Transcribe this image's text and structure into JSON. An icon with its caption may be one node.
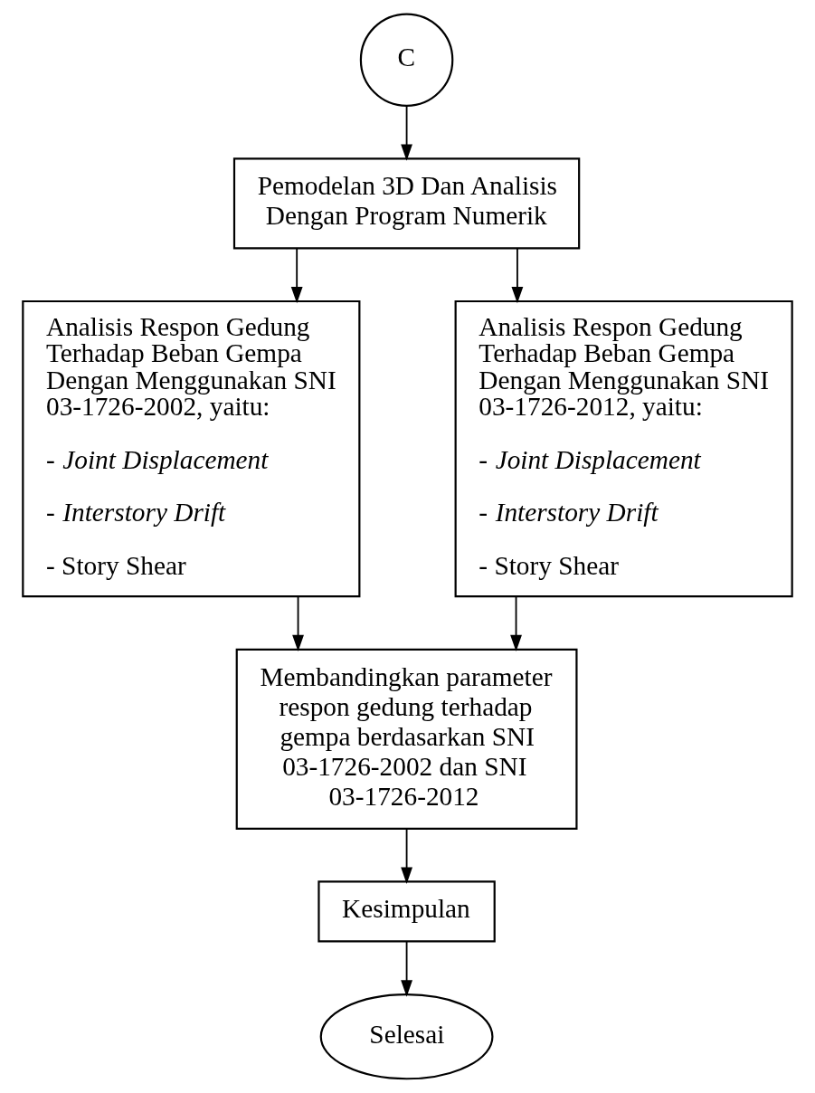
{
  "diagram": {
    "nodes": [
      {
        "text": [
          "C"
        ]
      },
      {
        "text": [
          "Pemodelan 3D Dan Analisis Dengan Program Numerik"
        ]
      },
      {
        "text": [
          "Analisis Respon Gedung Terhadap Beban Gempa Dengan Menggunakan SNI 03-1726-2002, yaitu:",
          "- *Joint Displacement*",
          "- *Interstory Drift*",
          "- Story Shear"
        ]
      },
      {
        "text": [
          "Analisis Respon Gedung Terhadap Beban Gempa Dengan Menggunakan SNI 03-1726-2012, yaitu:",
          "- *Joint Displacement*",
          "- *Interstory Drift*",
          "- Story Shear"
        ]
      },
      {
        "text": [
          "Membandingkan parameter respon gedung terhadap gempa berdasarkan SNI 03-1726-2002 dan SNI 03-1726-2012"
        ]
      },
      {
        "text": [
          "Kesimpulan"
        ]
      },
      {
        "text": [
          "Selesai"
        ]
      }
    ],
    "edges": [
      {
        "from": 0,
        "to": 1,
        "arrow": "to"
      },
      {
        "from": 1,
        "to": 2,
        "arrow": "to"
      },
      {
        "from": 1,
        "to": 3,
        "arrow": "to"
      },
      {
        "from": 2,
        "to": 4,
        "arrow": "to"
      },
      {
        "from": 3,
        "to": 4,
        "arrow": "to"
      },
      {
        "from": 4,
        "to": 5,
        "arrow": "to"
      },
      {
        "from": 5,
        "to": 6,
        "arrow": "to"
      }
    ]
  }
}
